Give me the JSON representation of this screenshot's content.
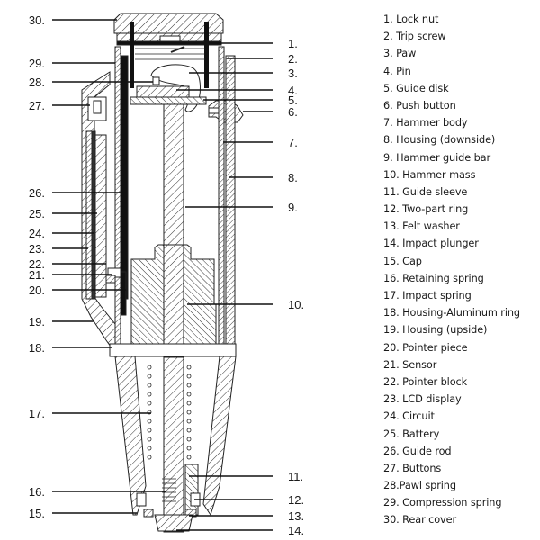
{
  "figure": {
    "title": "Rebound hammer cross-section (components)",
    "callouts_left": [
      {
        "num": "30.",
        "part": 30
      },
      {
        "num": "29.",
        "part": 29
      },
      {
        "num": "28.",
        "part": 28
      },
      {
        "num": "27.",
        "part": 27
      },
      {
        "num": "26.",
        "part": 26
      },
      {
        "num": "25.",
        "part": 25
      },
      {
        "num": "24.",
        "part": 24
      },
      {
        "num": "23.",
        "part": 23
      },
      {
        "num": "22.",
        "part": 22
      },
      {
        "num": "21.",
        "part": 21
      },
      {
        "num": "20.",
        "part": 20
      },
      {
        "num": "19.",
        "part": 19
      },
      {
        "num": "18.",
        "part": 18
      },
      {
        "num": "17.",
        "part": 17
      },
      {
        "num": "16.",
        "part": 16
      },
      {
        "num": "15.",
        "part": 15
      }
    ],
    "callouts_right": [
      {
        "num": "1.",
        "part": 1
      },
      {
        "num": "2.",
        "part": 2
      },
      {
        "num": "3.",
        "part": 3
      },
      {
        "num": "4.",
        "part": 4
      },
      {
        "num": "5.",
        "part": 5
      },
      {
        "num": "6.",
        "part": 6
      },
      {
        "num": "7.",
        "part": 7
      },
      {
        "num": "8.",
        "part": 8
      },
      {
        "num": "9.",
        "part": 9
      },
      {
        "num": "10.",
        "part": 10
      },
      {
        "num": "11.",
        "part": 11
      },
      {
        "num": "12.",
        "part": 12
      },
      {
        "num": "13.",
        "part": 13
      },
      {
        "num": "14.",
        "part": 14
      }
    ]
  },
  "legend": [
    "1. Lock nut",
    "2. Trip screw",
    "3. Paw",
    "4. Pin",
    "5. Guide disk",
    "6. Push button",
    "7. Hammer body",
    "8. Housing (downside)",
    "9.   Hammer guide bar",
    "10. Hammer mass",
    "11. Guide sleeve",
    "12. Two-part ring",
    "13. Felt washer",
    "14. Impact plunger",
    "15. Cap",
    "16. Retaining spring",
    "17. Impact spring",
    "18. Housing-Aluminum ring",
    "19. Housing (upside)",
    "20. Pointer piece",
    "21. Sensor",
    "22. Pointer block",
    "23. LCD display",
    "24. Circuit",
    "25. Battery",
    "26. Guide rod",
    "27. Buttons",
    "28.Pawl spring",
    "29. Compression spring",
    "30. Rear cover"
  ]
}
